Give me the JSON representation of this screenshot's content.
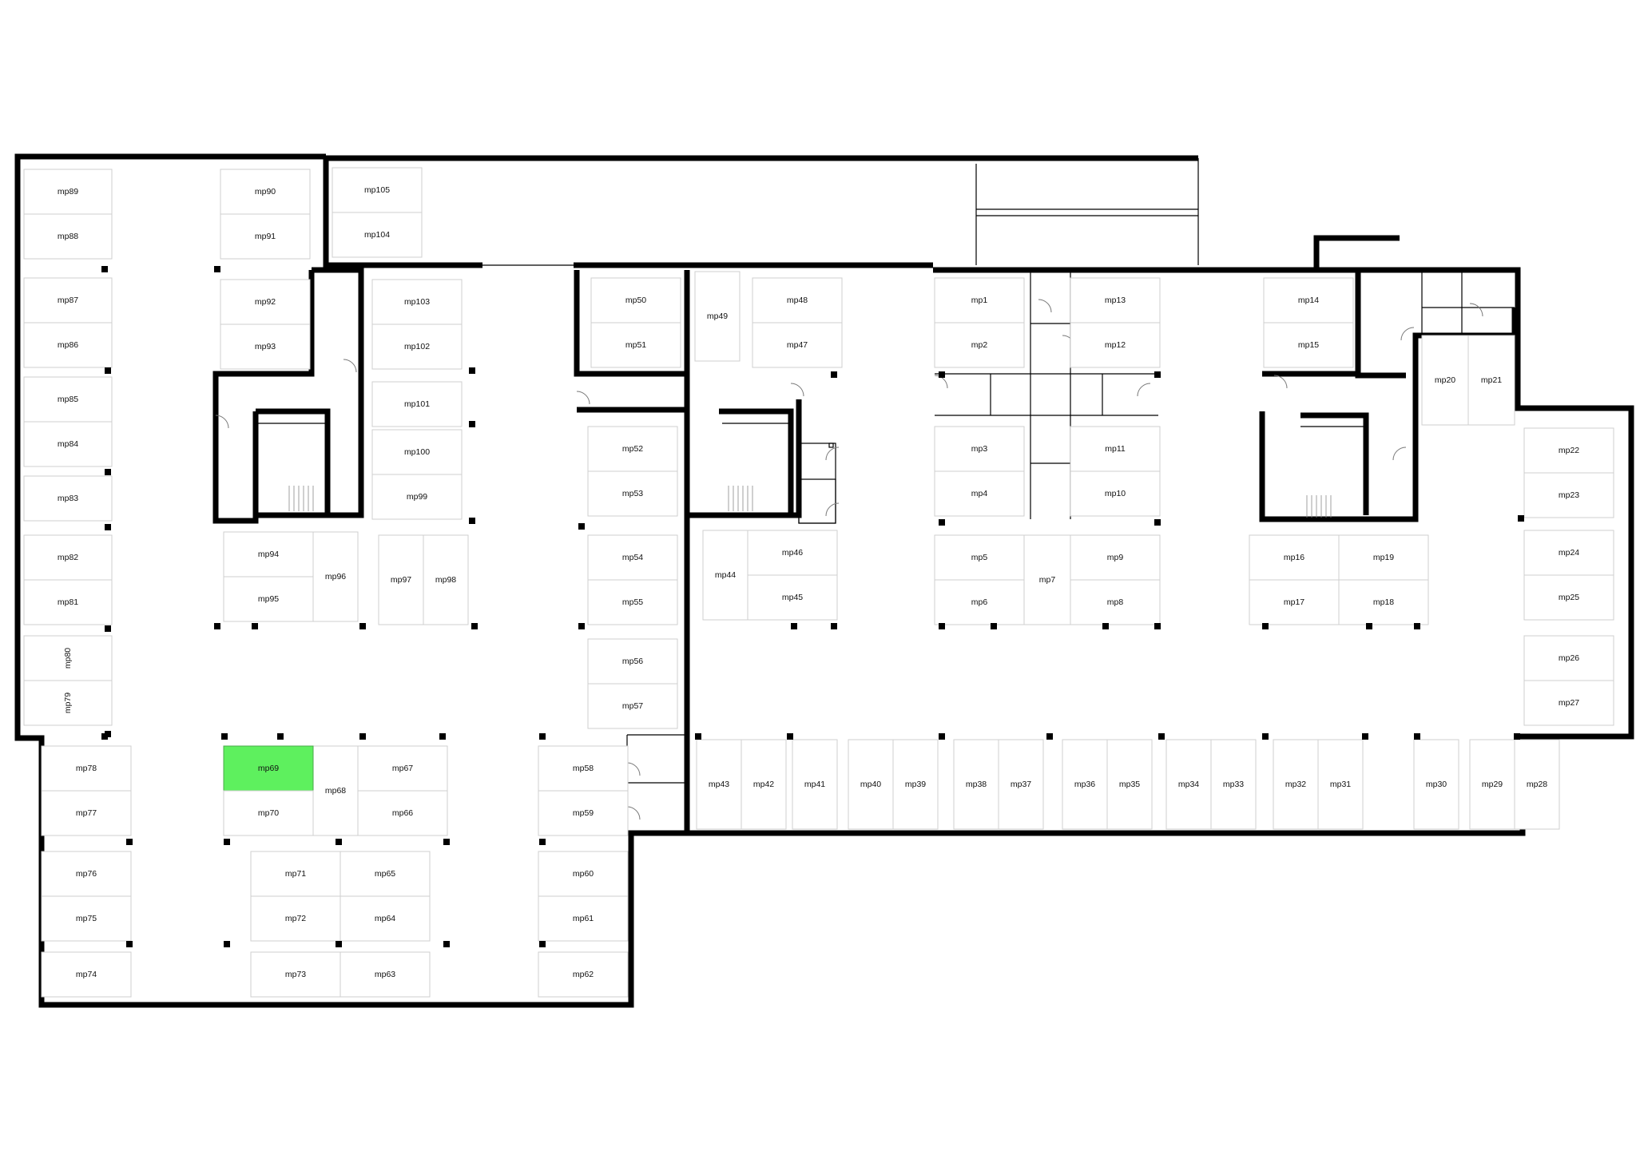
{
  "selected_spot": "mp69",
  "colors": {
    "selected": "#5ef05e",
    "wall": "#000000",
    "spot_border": "#cfcfcf"
  },
  "spots": [
    "mp1",
    "mp2",
    "mp3",
    "mp4",
    "mp5",
    "mp6",
    "mp7",
    "mp8",
    "mp9",
    "mp10",
    "mp11",
    "mp12",
    "mp13",
    "mp14",
    "mp15",
    "mp16",
    "mp17",
    "mp18",
    "mp19",
    "mp20",
    "mp21",
    "mp22",
    "mp23",
    "mp24",
    "mp25",
    "mp26",
    "mp27",
    "mp28",
    "mp29",
    "mp30",
    "mp31",
    "mp32",
    "mp33",
    "mp34",
    "mp35",
    "mp36",
    "mp37",
    "mp38",
    "mp39",
    "mp40",
    "mp41",
    "mp42",
    "mp43",
    "mp44",
    "mp45",
    "mp46",
    "mp47",
    "mp48",
    "mp49",
    "mp50",
    "mp51",
    "mp52",
    "mp53",
    "mp54",
    "mp55",
    "mp56",
    "mp57",
    "mp58",
    "mp59",
    "mp60",
    "mp61",
    "mp62",
    "mp63",
    "mp64",
    "mp65",
    "mp66",
    "mp67",
    "mp68",
    "mp69",
    "mp70",
    "mp71",
    "mp72",
    "mp73",
    "mp74",
    "mp75",
    "mp76",
    "mp77",
    "mp78",
    "mp79",
    "mp80",
    "mp81",
    "mp82",
    "mp83",
    "mp84",
    "mp85",
    "mp86",
    "mp87",
    "mp88",
    "mp89",
    "mp90",
    "mp91",
    "mp92",
    "mp93",
    "mp94",
    "mp95",
    "mp96",
    "mp97",
    "mp98",
    "mp99",
    "mp100",
    "mp101",
    "mp102",
    "mp103",
    "mp104",
    "mp105"
  ]
}
